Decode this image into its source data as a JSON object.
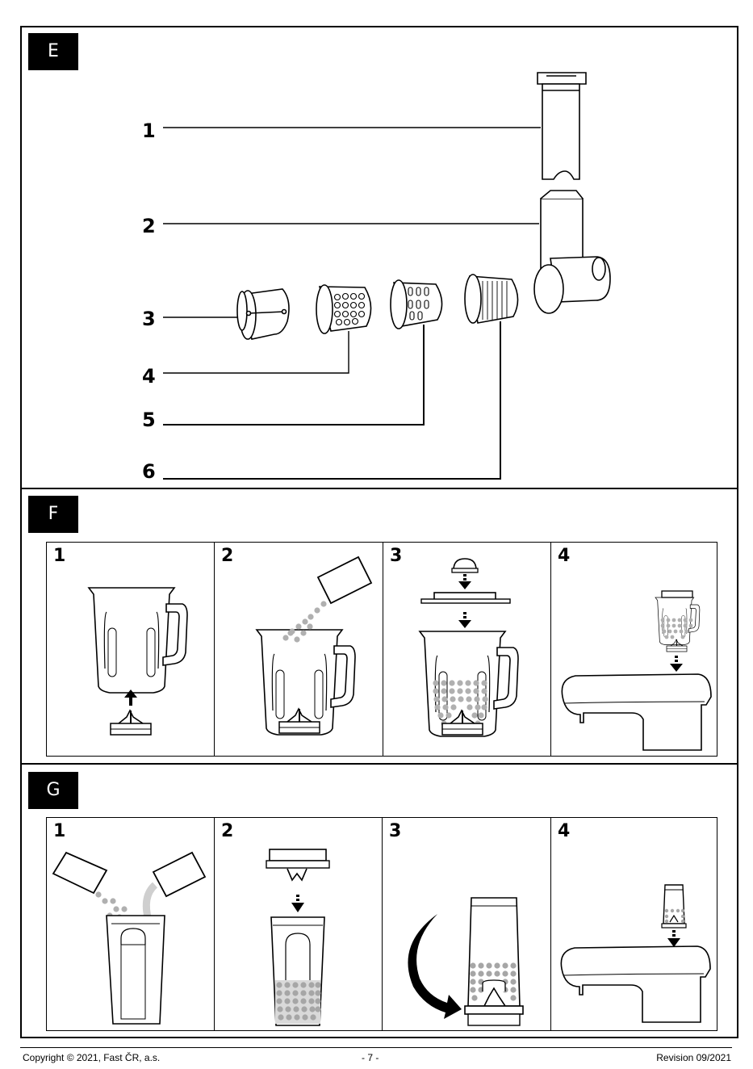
{
  "sections": {
    "E": {
      "label": "E",
      "callouts": [
        "1",
        "2",
        "3",
        "4",
        "5",
        "6"
      ]
    },
    "F": {
      "label": "F",
      "steps": [
        "1",
        "2",
        "3",
        "4"
      ]
    },
    "G": {
      "label": "G",
      "steps": [
        "1",
        "2",
        "3",
        "4"
      ]
    }
  },
  "footer": {
    "copyright": "Copyright © 2021, Fast ČR, a.s.",
    "page": "- 7 -",
    "revision": "Revision 09/2021"
  },
  "icons": [
    "food-pusher-icon",
    "shredder-housing-icon",
    "slicing-drum-icon",
    "coarse-grater-drum-icon",
    "fine-grater-drum-icon",
    "grating-drum-icon",
    "blender-jug-icon",
    "blade-unit-icon",
    "jug-lid-icon",
    "lid-cap-icon",
    "mixer-base-icon",
    "ingredients-icon",
    "bottle-icon",
    "arrow-icon"
  ]
}
